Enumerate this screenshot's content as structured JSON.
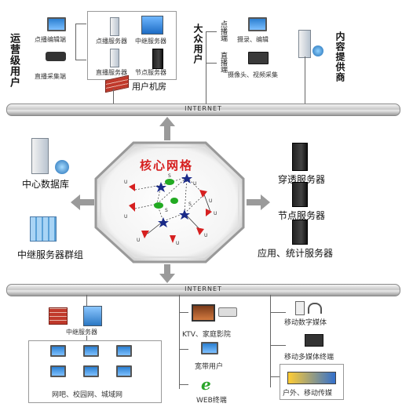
{
  "top": {
    "operators_label": "运营级用户",
    "op_items": [
      "点播编辑端",
      "直播采集端"
    ],
    "room_items": [
      "点播服务器",
      "中继服务器",
      "直播服务器",
      "节点服务器"
    ],
    "room_label": "用户机房",
    "public_label": "大众用户",
    "vod_client": "点播端",
    "live_client": "直播端",
    "vod_desc": "摄录、编辑",
    "live_desc": "摄像头、视频采集",
    "provider_label": "内容提供商"
  },
  "internet_top": "INTERNET",
  "internet_bottom": "INTERNET",
  "center": {
    "core_title": "核心网格",
    "left_items": [
      "中心数据库",
      "中继服务器群组"
    ],
    "right_items": [
      "穿透服务器",
      "节点服务器",
      "应用、统计服务器"
    ],
    "node_letters": [
      "U",
      "U",
      "S",
      "U",
      "U",
      "S",
      "U",
      "U",
      "U",
      "U",
      "S",
      "U",
      "U"
    ]
  },
  "bottom": {
    "relay_label": "中继服务器",
    "lan_label": "网吧、校园网、城域网",
    "ktv_label": "KTV、家庭影院",
    "broadband_label": "宽带用户",
    "web_label": "WEB终端",
    "mobile_items": [
      "移动数字媒体",
      "移动多媒体终端",
      "户外、移动传媒"
    ]
  },
  "colors": {
    "accent_red": "#d62020",
    "node_green": "#22aa22"
  }
}
